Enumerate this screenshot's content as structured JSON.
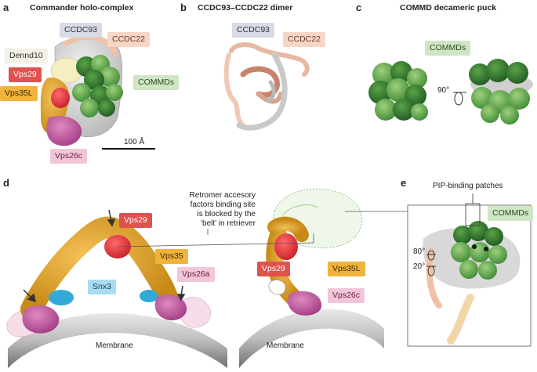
{
  "panels": {
    "a": {
      "letter": "a",
      "title": "Commander holo-complex"
    },
    "b": {
      "letter": "b",
      "title": "CCDC93–CCDC22 dimer"
    },
    "c": {
      "letter": "c",
      "title": "COMMD decameric puck"
    },
    "d": {
      "letter": "d"
    },
    "e": {
      "letter": "e"
    }
  },
  "labels": {
    "a_ccdc93": "CCDC93",
    "a_ccdc22": "CCDC22",
    "a_dennd10": "Dennd10",
    "a_vps29": "Vps29",
    "a_commds": "COMMDs",
    "a_vps35l": "Vps35L",
    "a_vps26c": "Vps26c",
    "scale_bar": "100 Å",
    "b_ccdc93": "CCDC93",
    "b_ccdc22": "CCDC22",
    "c_commds": "COMMDs",
    "c_rotation": "90°",
    "d_vps29": "Vps29",
    "d_vps35": "Vps35",
    "d_snx3": "Snx3",
    "d_vps26a": "Vps26a",
    "d_membrane_left": "Membrane",
    "d_note_line1": "Retromer accesory",
    "d_note_line2": "factors binding site",
    "d_note_line3": "is blocked by the",
    "d_note_line4": "‘belt’ in retriever",
    "d_vps29_right": "Vps29",
    "d_vps35l": "Vps35L",
    "d_vps26c": "Vps26c",
    "d_membrane_right": "Membrane",
    "e_pip": "PIP-binding patches",
    "e_commds": "COMMDs",
    "e_rot1": "80°",
    "e_rot2": "20°"
  },
  "colors": {
    "ccdc93": "#d6dbe6",
    "ccdc22": "#f7d6c5",
    "dennd10": "#f3f1e6",
    "vps29": "#e0524e",
    "commds": "#cfe6c4",
    "vps35": "#f0b43c",
    "vps26": "#f2c6d8",
    "snx3": "#a9dcf2",
    "membrane": "#c8c8c8"
  }
}
